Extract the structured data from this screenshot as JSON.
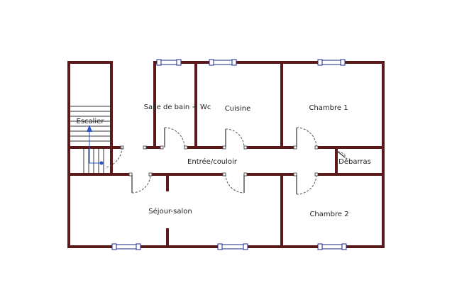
{
  "plan": {
    "rooms": [
      {
        "id": "escalier",
        "label": "Escalier"
      },
      {
        "id": "salle-de-bain",
        "label": "Salle de bain + Wc"
      },
      {
        "id": "cuisine",
        "label": "Cuisine"
      },
      {
        "id": "chambre-1",
        "label": "Chambre 1"
      },
      {
        "id": "entree",
        "label": "Entrée/couloir"
      },
      {
        "id": "debarras",
        "label": "Débarras"
      },
      {
        "id": "sejour",
        "label": "Séjour-salon"
      },
      {
        "id": "chambre-2",
        "label": "Chambre 2"
      }
    ]
  },
  "colors": {
    "wall": "#5a1a1a",
    "window": "#1a2a8a",
    "stair_arrow": "#2b58c9"
  }
}
